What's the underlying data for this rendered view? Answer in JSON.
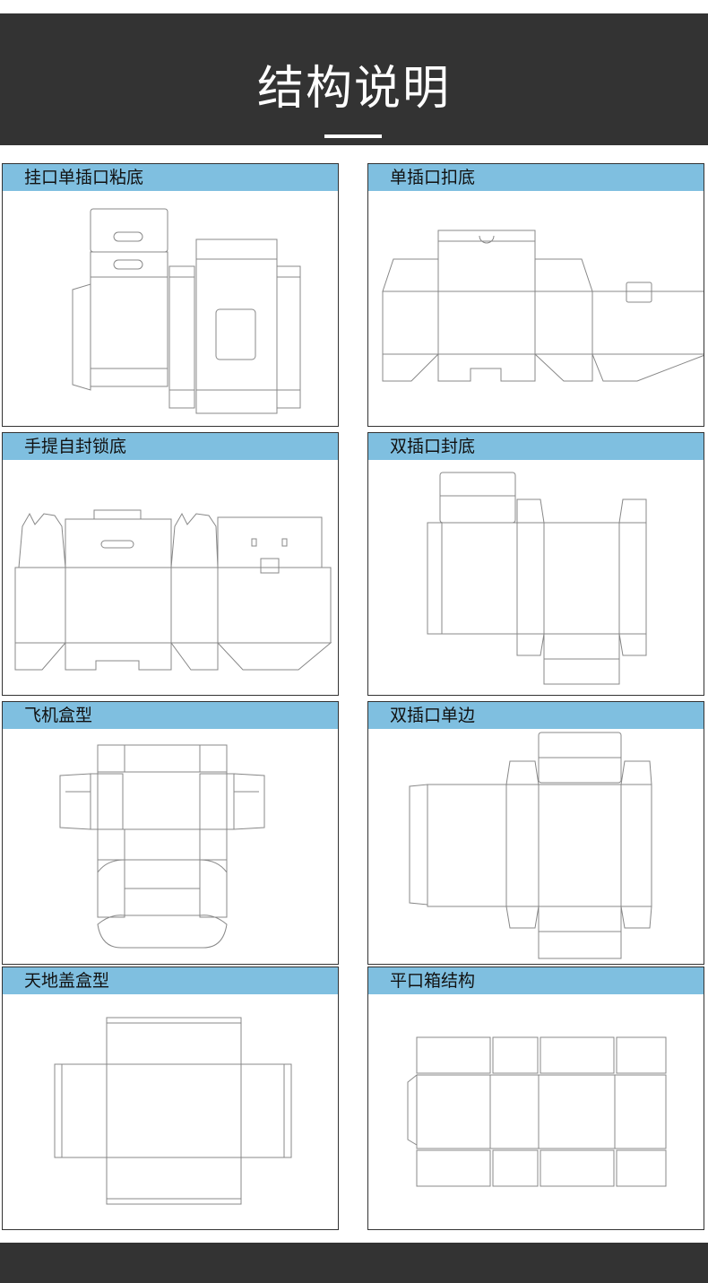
{
  "header": {
    "title": "结构说明"
  },
  "colors": {
    "header_bg": "#333333",
    "card_bar": "#7fbfe0",
    "line": "#888888"
  },
  "cards": [
    {
      "label": "挂口单插口粘底",
      "icon": "hang-tab-box-diagram"
    },
    {
      "label": "单插口扣底",
      "icon": "snap-lock-bottom-diagram"
    },
    {
      "label": "手提自封锁底",
      "icon": "handle-lock-bottom-diagram"
    },
    {
      "label": "双插口封底",
      "icon": "double-tuck-seal-bottom-diagram"
    },
    {
      "label": "飞机盒型",
      "icon": "mailer-box-diagram"
    },
    {
      "label": "双插口单边",
      "icon": "double-tuck-single-side-diagram"
    },
    {
      "label": "天地盖盒型",
      "icon": "lid-and-base-box-diagram"
    },
    {
      "label": "平口箱结构",
      "icon": "regular-slotted-carton-diagram"
    }
  ]
}
